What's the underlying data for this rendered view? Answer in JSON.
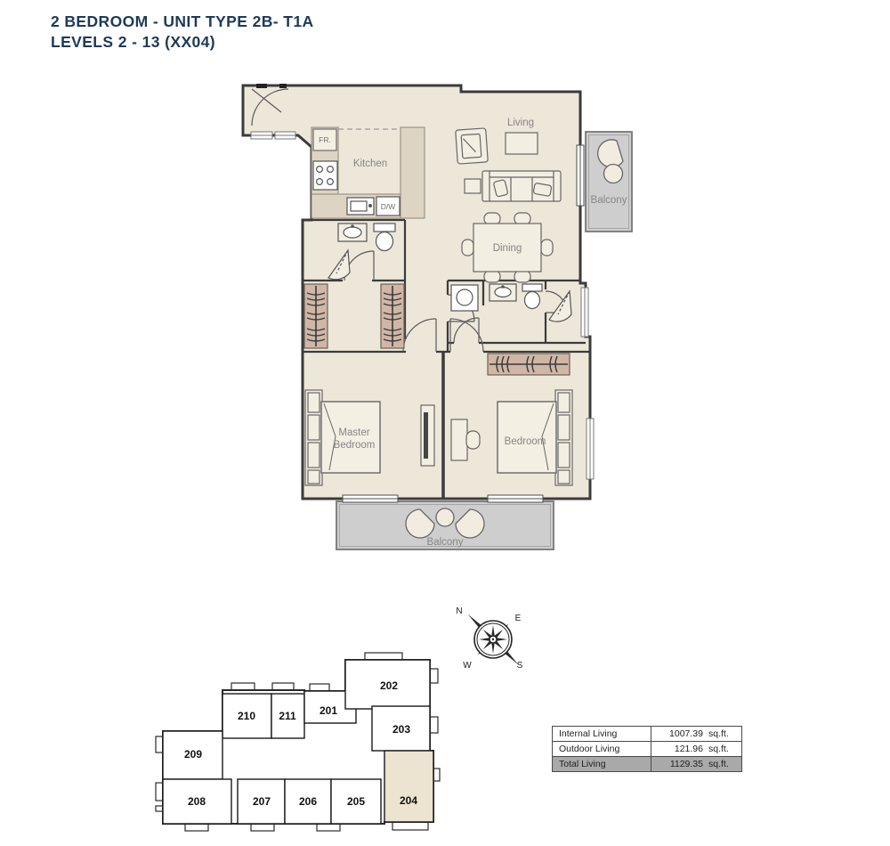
{
  "title": {
    "line1": "2 BEDROOM - UNIT TYPE 2B- T1A",
    "line2": "LEVELS 2 - 13 (XX04)"
  },
  "floorplan": {
    "labels": {
      "kitchen": "Kitchen",
      "living": "Living",
      "dining": "Dining",
      "master_line1": "Master",
      "master_line2": "Bedroom",
      "bedroom": "Bedroom",
      "balcony_right": "Balcony",
      "balcony_bottom": "Balcony",
      "fridge": "FR.",
      "dishwasher": "D/W"
    }
  },
  "compass": {
    "north": "N",
    "east": "E",
    "south": "S",
    "west": "W"
  },
  "keyplan": {
    "highlighted_unit": "204",
    "highlight_color": "#ece3d0",
    "units": [
      {
        "label": "210"
      },
      {
        "label": "211"
      },
      {
        "label": "201"
      },
      {
        "label": "202"
      },
      {
        "label": "203"
      },
      {
        "label": "204"
      },
      {
        "label": "209"
      },
      {
        "label": "208"
      },
      {
        "label": "207"
      },
      {
        "label": "206"
      },
      {
        "label": "205"
      }
    ]
  },
  "area_table": {
    "rows": [
      {
        "label": "Internal Living",
        "value": "1007.39",
        "unit": "sq.ft."
      },
      {
        "label": "Outdoor Living",
        "value": "121.96",
        "unit": "sq.ft."
      },
      {
        "label": "Total Living",
        "value": "1129.35",
        "unit": "sq.ft."
      }
    ]
  },
  "colors": {
    "title": "#1d3a57",
    "floor": "#ede7d9",
    "wall": "#3b3b3b",
    "wardrobe": "#cfb6a6",
    "balcony": "#cecece",
    "counter": "#ded4c3",
    "room_label": "#858585",
    "keyplan_highlight": "#ece3d0"
  }
}
